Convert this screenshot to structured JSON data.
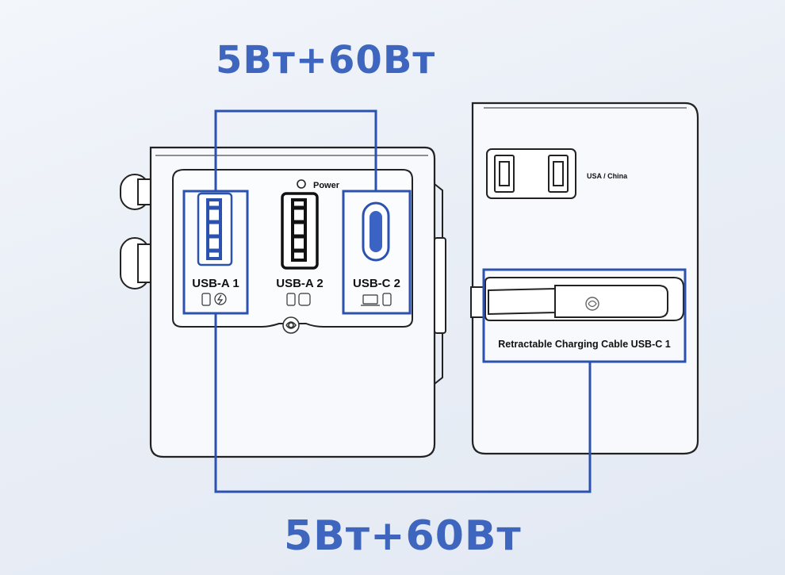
{
  "headline_top": "5Вт+60Вт",
  "headline_bottom": "5Вт+60Вт",
  "power_label": "Power",
  "ports": [
    {
      "label": "USB-A 1",
      "highlighted": true
    },
    {
      "label": "USB-A 2",
      "highlighted": false
    },
    {
      "label": "USB-C 2",
      "highlighted": true
    }
  ],
  "plug_label": "USA / China",
  "cable_label": "Retractable Charging Cable USB-C 1",
  "colors": {
    "accent": "#2c52b0",
    "outline": "#1a1a1a"
  }
}
